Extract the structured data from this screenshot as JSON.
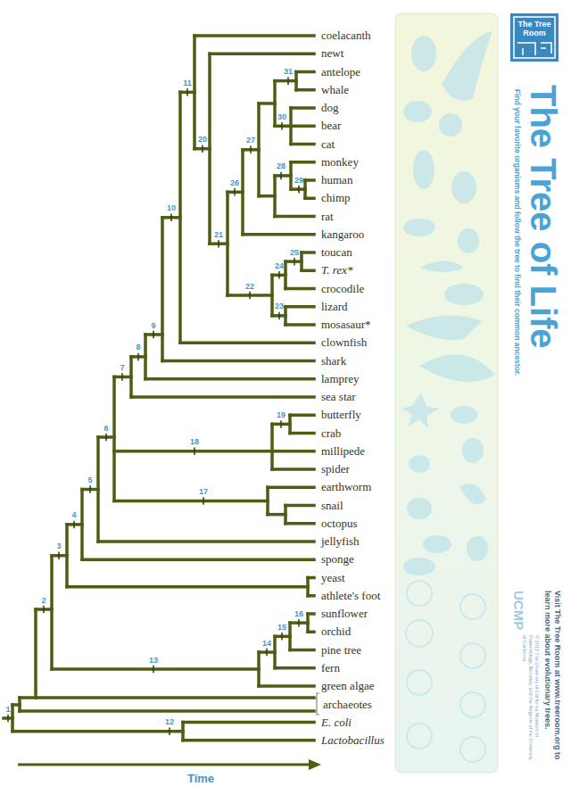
{
  "diagram": {
    "title": "The Tree of Life",
    "labels": [
      "coelacanth",
      "newt",
      "antelope",
      "whale",
      "dog",
      "bear",
      "cat",
      "monkey",
      "human",
      "chimp",
      "rat",
      "kangaroo",
      "toucan",
      "T. rex*",
      "crocodile",
      "lizard",
      "mosasaur*",
      "clownfish",
      "shark",
      "lamprey",
      "sea star",
      "butterfly",
      "crab",
      "millipede",
      "spider",
      "earthworm",
      "snail",
      "octopus",
      "jellyfish",
      "sponge",
      "yeast",
      "athlete's foot",
      "sunflower",
      "orchid",
      "pine tree",
      "fern",
      "green algae",
      "archaeotes",
      "E. coli",
      "Lactobacillus",
      "1",
      "2",
      "3",
      "4",
      "5",
      "6",
      "7",
      "8",
      "9",
      "10",
      "11",
      "12",
      "13",
      "14",
      "15",
      "16",
      "17",
      "18",
      "19",
      "20",
      "21",
      "22",
      "23",
      "24",
      "25",
      "26",
      "27",
      "28",
      "29",
      "30",
      "31",
      "Time",
      "The Tree Room",
      "Find your favorite organisms and follow the tree to find their common ancestor.",
      "Visit The Tree Room at www.treeroom.org to learn more about evolutionary trees.",
      "UCMP",
      "© 2013 The University of California Museum of Paleontology, Berkeley, and the Regents of the University of California"
    ]
  }
}
